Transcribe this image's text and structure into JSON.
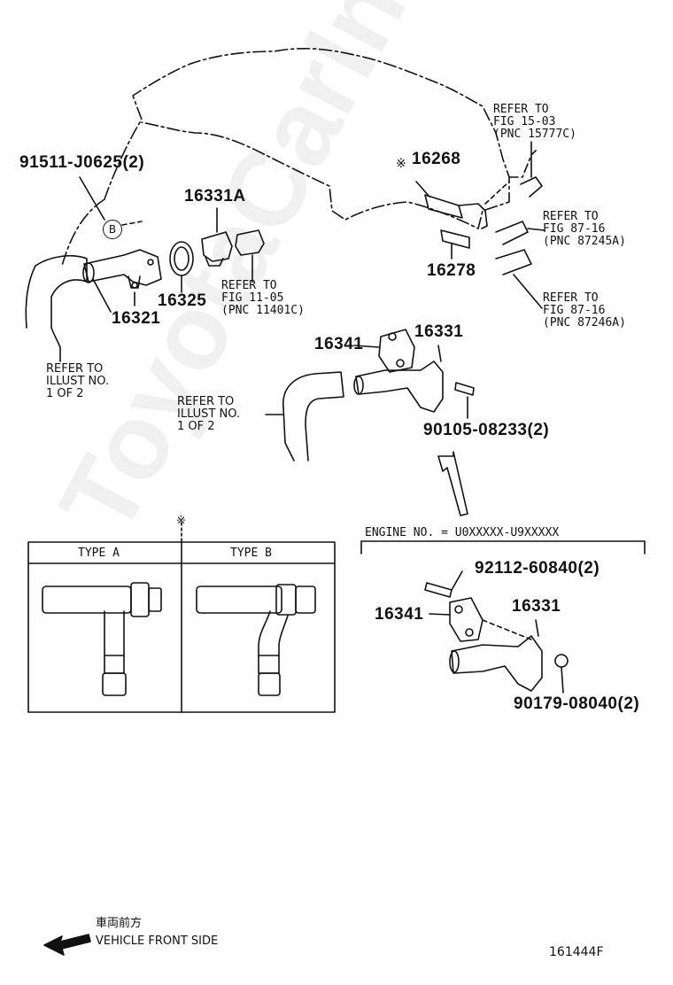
{
  "watermark": "ToyotaCarInfo.ru",
  "parts": {
    "p91511": "91511-J0625(2)",
    "circle_b": "B",
    "p16331A": "16331A",
    "p16325": "16325",
    "p16321": "16321",
    "p16268": "16268",
    "p16268_mark": "※",
    "p16278": "16278",
    "p16341_top": "16341",
    "p16331_top": "16331",
    "p90105": "90105-08233(2)",
    "p92112": "92112-60840(2)",
    "p16341_bot": "16341",
    "p16331_bot": "16331",
    "p90179": "90179-08040(2)"
  },
  "refs": {
    "ref_15_03": "REFER TO\nFIG 15-03\n(PNC 15777C)",
    "ref_87_16_a": "REFER TO\nFIG 87-16\n(PNC 87245A)",
    "ref_87_16_b": "REFER TO\nFIG 87-16\n(PNC 87246A)",
    "ref_11_05": "REFER TO\nFIG 11-05\n(PNC 11401C)",
    "ref_illust_left": "REFER TO\nILLUST NO.\n1 OF 2",
    "ref_illust_mid": "REFER TO\nILLUST NO.\n1 OF 2"
  },
  "type_table": {
    "mark": "※",
    "type_a": "TYPE A",
    "type_b": "TYPE B"
  },
  "engine_no": "ENGINE NO. = U0XXXXX-U9XXXXX",
  "front": {
    "jp": "車両前方",
    "en": "VEHICLE FRONT SIDE"
  },
  "figure_id": "161444F"
}
